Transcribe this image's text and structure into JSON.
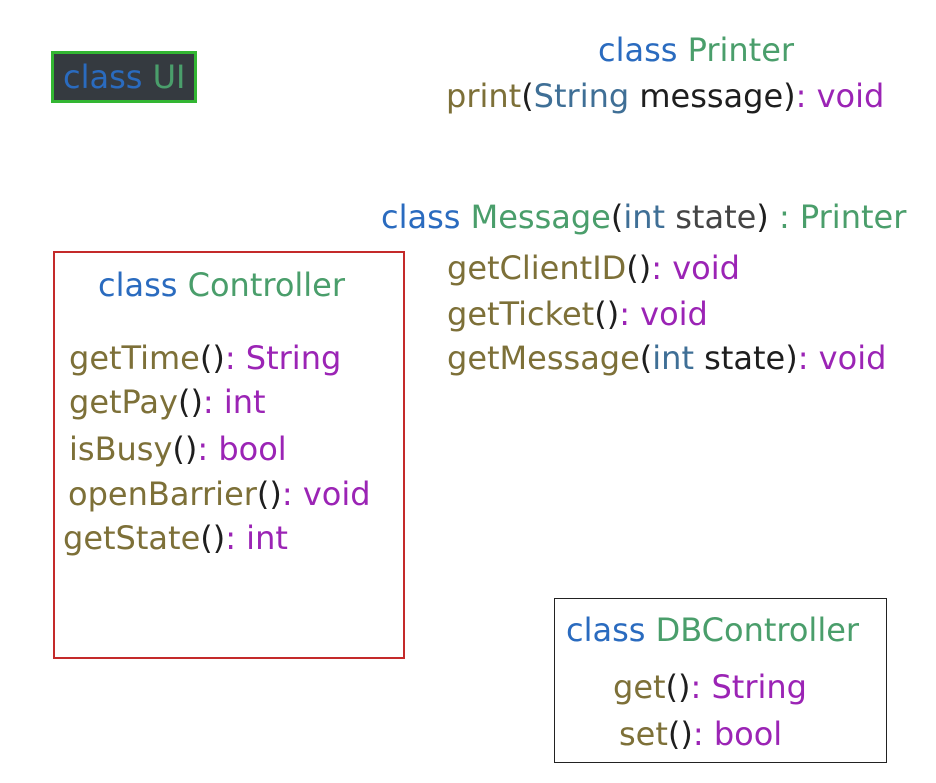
{
  "kw": "class",
  "ui": {
    "name": "UI"
  },
  "printer": {
    "name": "Printer",
    "method": {
      "fn": "print",
      "open": "(",
      "ptype": "String",
      "pname": " message",
      "close": ")",
      "colon": ":",
      "ret": " void"
    }
  },
  "message": {
    "name": "Message",
    "ctor": {
      "open": "(",
      "ptype": "int",
      "pname": " state",
      "close": ")",
      "colon": " :",
      "parent": " Printer"
    },
    "methods": [
      {
        "fn": "getClientID",
        "parens": "()",
        "colon": ":",
        "ret": " void"
      },
      {
        "fn": "getTicket",
        "parens": "()",
        "colon": ":",
        "ret": " void"
      },
      {
        "fn": "getMessage",
        "open": "(",
        "ptype": "int",
        "pname": " state",
        "close": ")",
        "colon": ":",
        "ret": " void"
      }
    ]
  },
  "controller": {
    "name": "Controller",
    "methods": [
      {
        "fn": "getTime",
        "parens": "()",
        "colon": ":",
        "ret": " String"
      },
      {
        "fn": "getPay",
        "parens": "()",
        "colon": ":",
        "ret": " int"
      },
      {
        "fn": "isBusy",
        "parens": "()",
        "colon": ":",
        "ret": " bool"
      },
      {
        "fn": "openBarrier",
        "parens": "()",
        "colon": ":",
        "ret": " void"
      },
      {
        "fn": "getState",
        "parens": "()",
        "colon": ":",
        "ret": " int"
      }
    ]
  },
  "dbcontroller": {
    "name": "DBController",
    "methods": [
      {
        "fn": "get",
        "parens": "()",
        "colon": ":",
        "ret": " String"
      },
      {
        "fn": "set",
        "parens": "()",
        "colon": ":",
        "ret": " bool"
      }
    ]
  }
}
